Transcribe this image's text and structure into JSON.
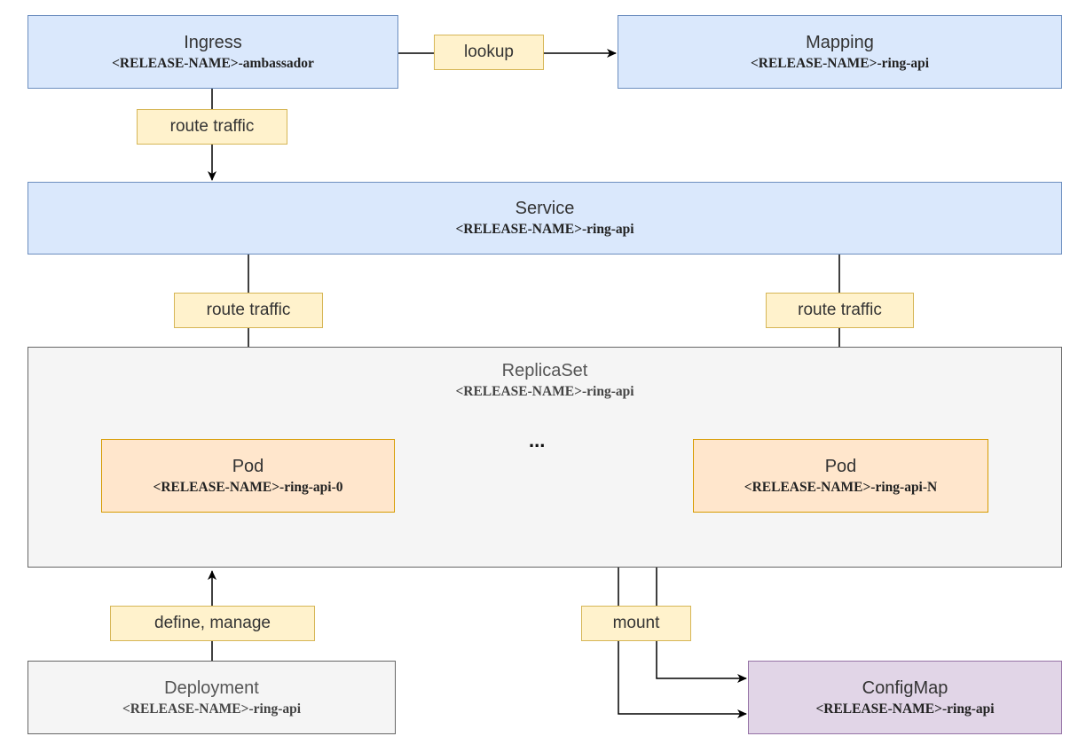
{
  "nodes": {
    "ingress": {
      "title": "Ingress",
      "subtitle": "<RELEASE-NAME>-ambassador"
    },
    "mapping": {
      "title": "Mapping",
      "subtitle": "<RELEASE-NAME>-ring-api"
    },
    "service": {
      "title": "Service",
      "subtitle": "<RELEASE-NAME>-ring-api"
    },
    "replicaset": {
      "title": "ReplicaSet",
      "subtitle": "<RELEASE-NAME>-ring-api"
    },
    "pod_0": {
      "title": "Pod",
      "subtitle": "<RELEASE-NAME>-ring-api-0"
    },
    "pod_n": {
      "title": "Pod",
      "subtitle": "<RELEASE-NAME>-ring-api-N"
    },
    "deployment": {
      "title": "Deployment",
      "subtitle": "<RELEASE-NAME>-ring-api"
    },
    "configmap": {
      "title": "ConfigMap",
      "subtitle": "<RELEASE-NAME>-ring-api"
    }
  },
  "edge_labels": {
    "lookup": "lookup",
    "ingress_route": "route traffic",
    "service_route_left": "route traffic",
    "service_route_right": "route traffic",
    "define_manage": "define, manage",
    "mount": "mount"
  },
  "ellipsis": "...",
  "colors": {
    "blue_fill": "#dae8fc",
    "blue_stroke": "#6c8ebf",
    "orange_fill": "#ffe6cc",
    "orange_stroke": "#d79b00",
    "gray_fill": "#f5f5f5",
    "gray_stroke": "#666666",
    "purple_fill": "#e1d5e7",
    "purple_stroke": "#9673a6",
    "label_fill": "#fff2cc",
    "label_stroke": "#d6b656"
  }
}
